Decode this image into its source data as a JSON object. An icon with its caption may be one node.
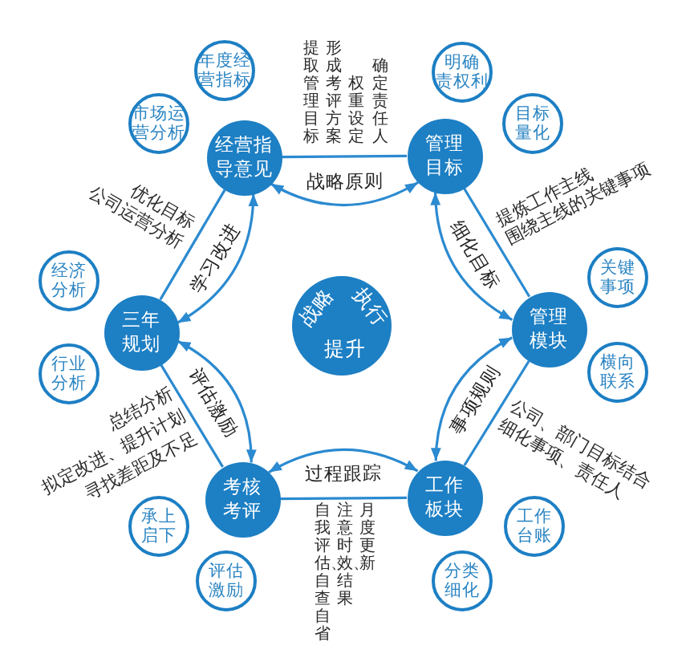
{
  "diagram": {
    "nodes": [
      {
        "text": [
          "年度经营指标"
        ]
      },
      {
        "text": [
          "明确责权利"
        ]
      },
      {
        "text": [
          "市场运营分析"
        ]
      },
      {
        "text": [
          "目标量化"
        ]
      },
      {
        "text": [
          "经营指导意见"
        ]
      },
      {
        "text": [
          "管理目标"
        ]
      },
      {
        "text": [
          "经济分析"
        ]
      },
      {
        "text": [
          "关键事项"
        ]
      },
      {
        "text": [
          "三年规划"
        ]
      },
      {
        "text": [
          "战略",
          "执行",
          "提升"
        ]
      },
      {
        "text": [
          "管理模块"
        ]
      },
      {
        "text": [
          "行业分析"
        ]
      },
      {
        "text": [
          "横向联系"
        ]
      },
      {
        "text": [
          "考核考评"
        ]
      },
      {
        "text": [
          "工作板块"
        ]
      },
      {
        "text": [
          "承上启下"
        ]
      },
      {
        "text": [
          "工作台账"
        ]
      },
      {
        "text": [
          "评估激励"
        ]
      },
      {
        "text": [
          "分类细化"
        ]
      }
    ],
    "edges": [
      {
        "from": 4,
        "to": 5,
        "arrow": "none"
      },
      {
        "from": 5,
        "to": 10,
        "arrow": "none"
      },
      {
        "from": 10,
        "to": 14,
        "arrow": "none"
      },
      {
        "from": 14,
        "to": 13,
        "arrow": "none"
      },
      {
        "from": 13,
        "to": 8,
        "arrow": "none"
      },
      {
        "from": 8,
        "to": 4,
        "arrow": "none"
      },
      {
        "from": 4,
        "to": 5,
        "arrow": "both",
        "label": "战略原则"
      },
      {
        "from": 5,
        "to": 10,
        "arrow": "both",
        "label": "细化目标"
      },
      {
        "from": 10,
        "to": 14,
        "arrow": "both",
        "label": "事项规则"
      },
      {
        "from": 14,
        "to": 13,
        "arrow": "both",
        "label": "过程跟踪"
      },
      {
        "from": 13,
        "to": 8,
        "arrow": "both",
        "label": "评估激励"
      },
      {
        "from": 8,
        "to": 4,
        "arrow": "both",
        "label": "学习改进"
      }
    ],
    "labels": [
      "提取管理目标",
      "形成考评方案",
      "权重设定",
      "确定责任人",
      "优化目标",
      "公司运营分析",
      "提炼工作主线",
      "围绕主线的关键事项",
      "总结分析",
      "拟定改进、提升计划",
      "寻找差距及不足",
      "公司、部门目标结合",
      "细化事项、责任人",
      "自我评估、自查自省",
      "注意时效、结果",
      "月度更新"
    ]
  }
}
